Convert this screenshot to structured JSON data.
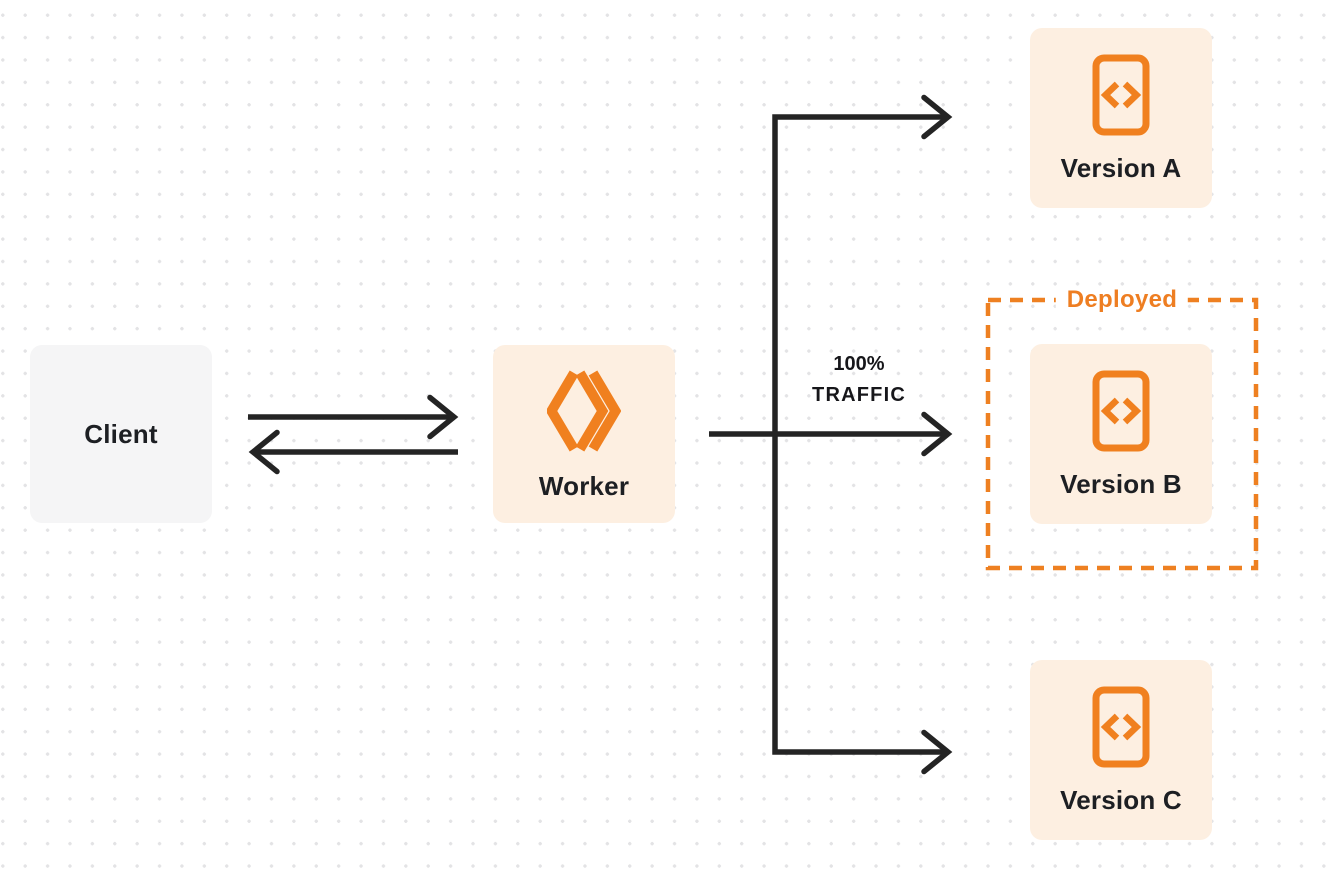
{
  "page": {
    "background": "#ffffff",
    "dot_grid_color": "#e3e3e5"
  },
  "palette": {
    "accent_orange": "#f0801f",
    "dashed_outline_orange": "#ee8021",
    "node_cream_background": "#fdefe1",
    "client_gray_background": "#f5f5f6",
    "arrow_color": "#242424",
    "label_text_color": "#1d1f23"
  },
  "nodes": {
    "client": {
      "label": "Client"
    },
    "worker": {
      "label": "Worker",
      "icon": "cloudflare-workers-icon"
    },
    "versions": [
      {
        "label": "Version A",
        "icon": "code-file-icon"
      },
      {
        "label": "Version B",
        "icon": "code-file-icon"
      },
      {
        "label": "Version C",
        "icon": "code-file-icon"
      }
    ]
  },
  "annotations": {
    "traffic": {
      "line1": "100%",
      "line2": "TRAFFIC"
    },
    "deployed": {
      "label": "Deployed"
    }
  }
}
